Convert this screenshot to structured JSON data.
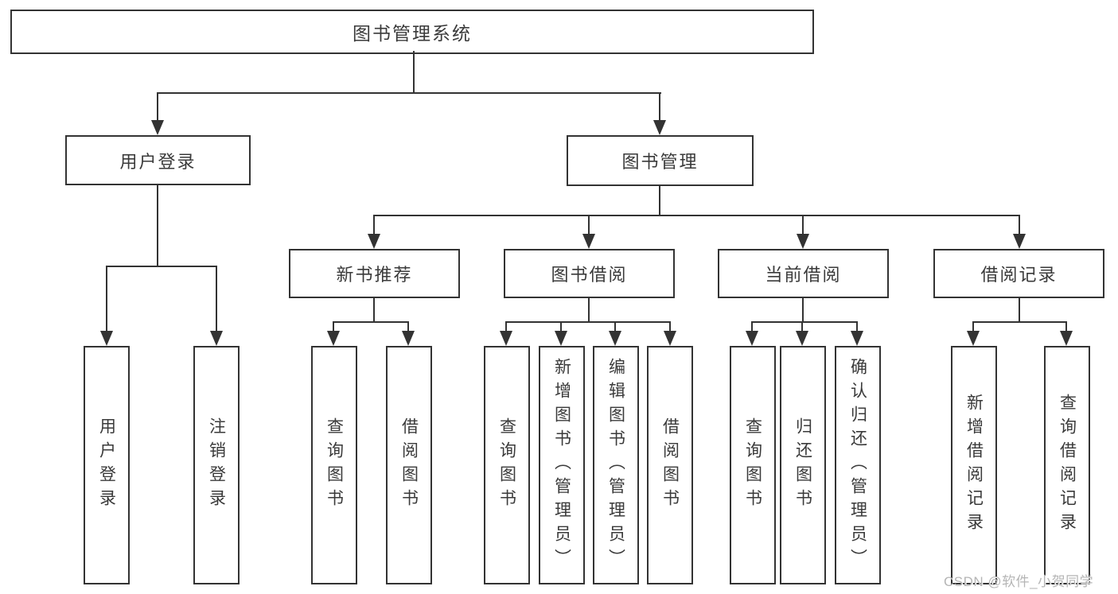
{
  "diagram": {
    "root": {
      "label": "图书管理系统"
    },
    "level2": [
      {
        "label": "用户登录"
      },
      {
        "label": "图书管理"
      }
    ],
    "level3": [
      {
        "label": "新书推荐"
      },
      {
        "label": "图书借阅"
      },
      {
        "label": "当前借阅"
      },
      {
        "label": "借阅记录"
      }
    ],
    "leaves": {
      "user_login": [
        "用户登录",
        "注销登录"
      ],
      "new_book": [
        "查询图书",
        "借阅图书"
      ],
      "book_borrow": [
        "查询图书",
        "新增图书（管理员）",
        "编辑图书（管理员）",
        "借阅图书"
      ],
      "current_borrow": [
        "查询图书",
        "归还图书",
        "确认归还（管理员）"
      ],
      "borrow_records": [
        "新增借阅记录",
        "查询借阅记录"
      ]
    }
  },
  "watermark": {
    "text": "CSDN @软件_小贺同学"
  },
  "colors": {
    "line": "#333333",
    "text": "#3a3a3a",
    "background": "#ffffff",
    "watermark": "#b5b5b5"
  }
}
